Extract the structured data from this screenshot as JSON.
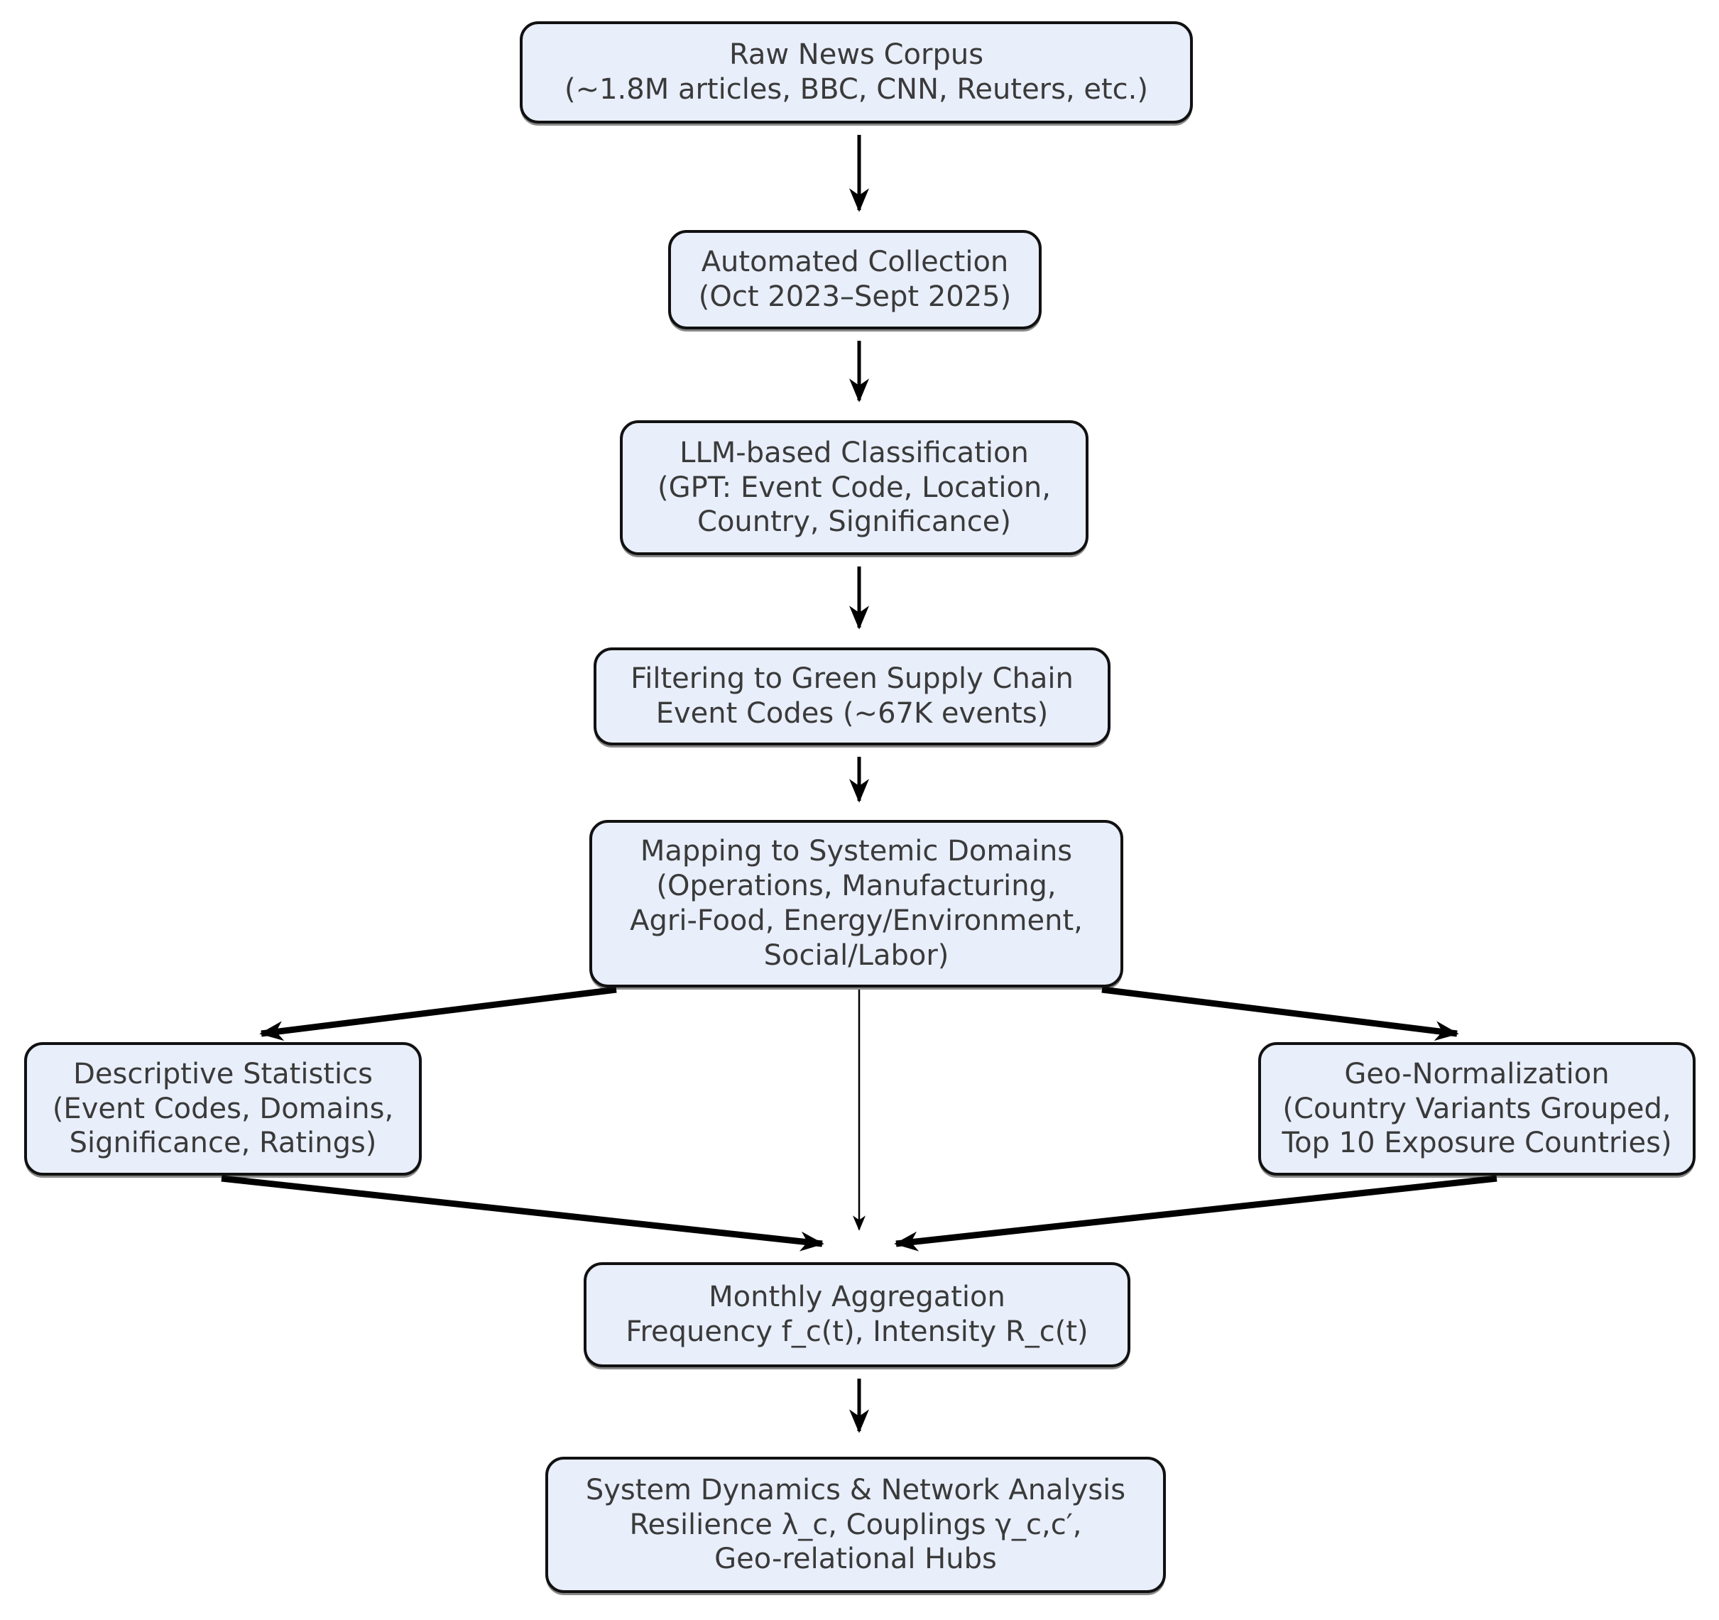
{
  "diagram": {
    "title": "News-based green supply chain analysis pipeline flowchart",
    "colors": {
      "node_fill": "#E8EEFA",
      "node_border": "#111111",
      "text": "#3A3A3A",
      "arrow": "#000000",
      "background": "#FFFFFF"
    },
    "nodes": {
      "raw_corpus": {
        "lines": [
          "Raw News Corpus",
          "(~1.8M articles, BBC, CNN, Reuters, etc.)"
        ]
      },
      "automated_collection": {
        "lines": [
          "Automated Collection",
          "(Oct 2023–Sept 2025)"
        ]
      },
      "llm_classification": {
        "lines": [
          "LLM-based Classification",
          "(GPT: Event Code, Location,",
          "Country, Significance)"
        ]
      },
      "filtering": {
        "lines": [
          "Filtering to Green Supply Chain",
          "Event Codes (~67K events)"
        ]
      },
      "mapping_domains": {
        "lines": [
          "Mapping to Systemic Domains",
          "(Operations, Manufacturing,",
          "Agri-Food, Energy/Environment,",
          "Social/Labor)"
        ]
      },
      "descriptive_stats": {
        "lines": [
          "Descriptive Statistics",
          "(Event Codes, Domains,",
          "Significance, Ratings)"
        ]
      },
      "geo_normalization": {
        "lines": [
          "Geo-Normalization",
          "(Country Variants Grouped,",
          "Top 10 Exposure Countries)"
        ]
      },
      "monthly_aggregation": {
        "lines": [
          "Monthly Aggregation",
          "Frequency f_c(t), Intensity R_c(t)"
        ]
      },
      "system_dynamics": {
        "lines": [
          "System Dynamics & Network Analysis",
          "Resilience λ_c, Couplings γ_c,c′,",
          "Geo-relational Hubs"
        ]
      }
    },
    "edges": [
      {
        "from": "raw_corpus",
        "to": "automated_collection"
      },
      {
        "from": "automated_collection",
        "to": "llm_classification"
      },
      {
        "from": "llm_classification",
        "to": "filtering"
      },
      {
        "from": "filtering",
        "to": "mapping_domains"
      },
      {
        "from": "mapping_domains",
        "to": "descriptive_stats"
      },
      {
        "from": "mapping_domains",
        "to": "geo_normalization"
      },
      {
        "from": "mapping_domains",
        "to": "monthly_aggregation"
      },
      {
        "from": "descriptive_stats",
        "to": "monthly_aggregation"
      },
      {
        "from": "geo_normalization",
        "to": "monthly_aggregation"
      },
      {
        "from": "monthly_aggregation",
        "to": "system_dynamics"
      }
    ]
  }
}
